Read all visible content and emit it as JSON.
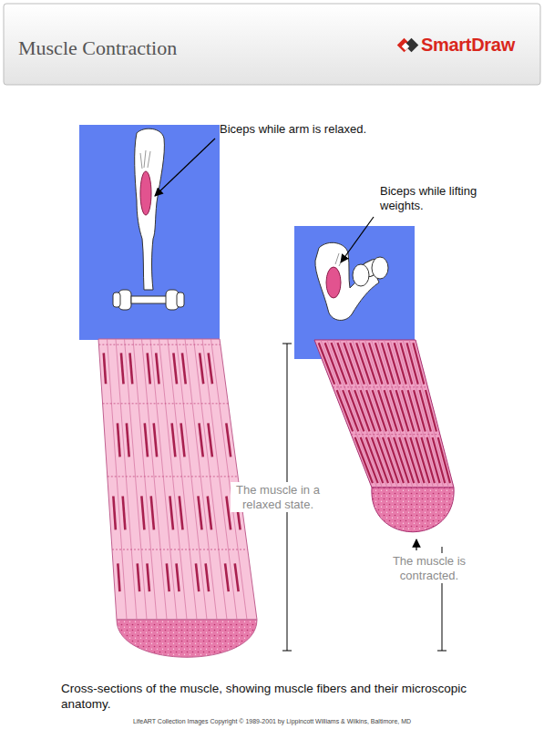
{
  "diagram": {
    "title": "Muscle Contraction",
    "caption": "Cross-sections of the muscle, showing muscle fibers and their microscopic anatomy.",
    "labels": [
      "SmartDraw",
      "Biceps while arm is relaxed.",
      "Biceps while lifting weights.",
      "The muscle in a relaxed state.",
      "The muscle is contracted.",
      "LifeART Collection Images Copyright © 1989-2001 by Lippincott Williams & Wilkins, Baltimore, MD"
    ]
  }
}
